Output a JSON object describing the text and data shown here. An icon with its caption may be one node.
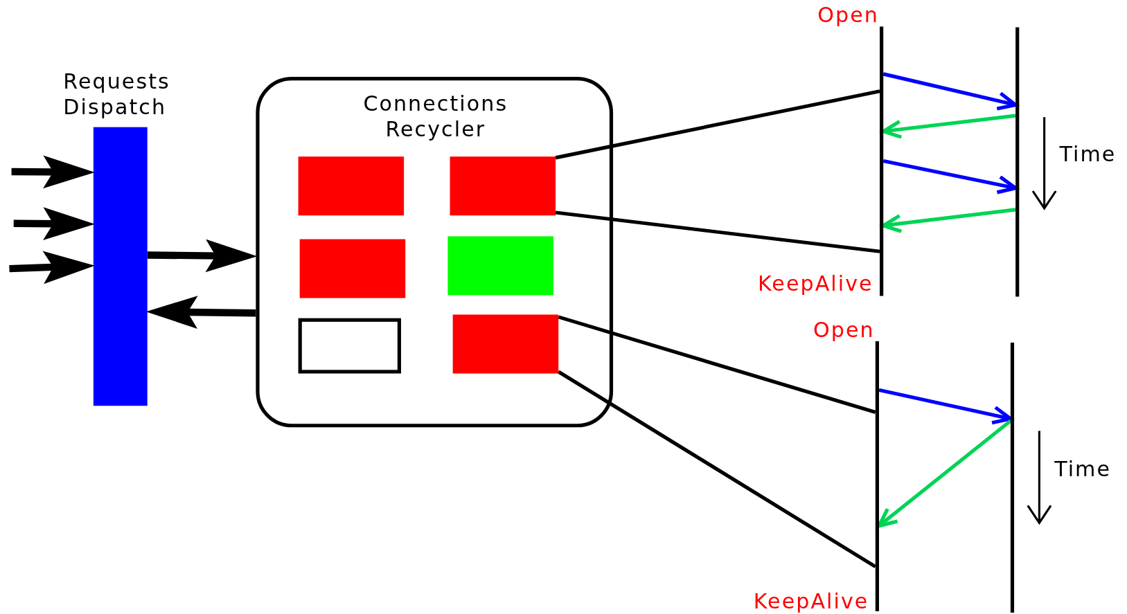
{
  "diagram": {
    "nodes": [
      {
        "text": [
          "Requests Dispatch"
        ]
      },
      {
        "text": [
          "Connections Recycler"
        ]
      },
      {
        "text": [],
        "shape": "box",
        "in": 1
      },
      {
        "text": [],
        "shape": "box",
        "in": 1
      },
      {
        "text": [],
        "shape": "box",
        "in": 1
      },
      {
        "text": [],
        "shape": "box",
        "in": 1
      },
      {
        "text": [],
        "shape": "box",
        "in": 1
      },
      {
        "text": [],
        "shape": "box",
        "in": 1
      },
      {
        "text": [],
        "shape": "bar",
        "beside": [
          "Open",
          "KeepAlive"
        ]
      },
      {
        "text": [],
        "shape": "bar"
      },
      {
        "text": [],
        "shape": "bar",
        "beside": [
          "Open",
          "KeepAlive"
        ]
      },
      {
        "text": [],
        "shape": "bar"
      }
    ],
    "edges": [
      {
        "from": null,
        "to": 0,
        "arrow": "to",
        "style": "thick"
      },
      {
        "from": null,
        "to": 0,
        "arrow": "to",
        "style": "thick"
      },
      {
        "from": null,
        "to": 0,
        "arrow": "to",
        "style": "thick"
      },
      {
        "from": 0,
        "to": 1,
        "arrow": "to",
        "style": "thick"
      },
      {
        "from": 1,
        "to": 0,
        "arrow": "to",
        "style": "thick"
      },
      {
        "from": 3,
        "to": 8,
        "arrow": "none"
      },
      {
        "from": 3,
        "to": 8,
        "arrow": "none"
      },
      {
        "from": 7,
        "to": 10,
        "arrow": "none"
      },
      {
        "from": 7,
        "to": 10,
        "arrow": "none"
      },
      {
        "from": 8,
        "to": 9,
        "arrow": "to",
        "color": "#0000ff"
      },
      {
        "from": 9,
        "to": 8,
        "arrow": "to",
        "color": "#00d455"
      },
      {
        "from": 8,
        "to": 9,
        "arrow": "to",
        "color": "#0000ff"
      },
      {
        "from": 9,
        "to": 8,
        "arrow": "to",
        "color": "#00d455"
      },
      {
        "from": 10,
        "to": 11,
        "arrow": "to",
        "color": "#0000ff"
      },
      {
        "from": 11,
        "to": 10,
        "arrow": "to",
        "color": "#00d455"
      }
    ],
    "labels": [
      "Time",
      "Time"
    ]
  }
}
